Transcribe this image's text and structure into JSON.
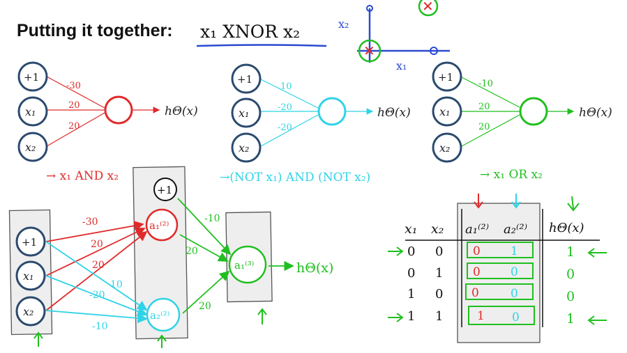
{
  "title": {
    "text": "Putting it together:",
    "math": "x₁ XNOR x₂"
  },
  "axes_sketch": {
    "x_label": "x₁",
    "y_label": "x₂",
    "red_mark": "✕"
  },
  "neurons": {
    "bias": "+1",
    "x1": "x₁",
    "x2": "x₂",
    "output": "hΘ(x)"
  },
  "net_and": {
    "weights": [
      "-30",
      "20",
      "20"
    ],
    "caption": "→ x₁ AND x₂"
  },
  "net_notand": {
    "weights": [
      "10",
      "-20",
      "-20"
    ],
    "caption": "→(NOT x₁) AND (NOT x₂)"
  },
  "net_or": {
    "weights": [
      "-10",
      "20",
      "20"
    ],
    "caption": "→ x₁ OR x₂"
  },
  "big_net": {
    "bias": "+1",
    "a1": "a₁⁽²⁾",
    "a2": "a₂⁽²⁾",
    "a3": "a₁⁽³⁾",
    "output": "hΘ(x)",
    "w_red": [
      "-30",
      "20",
      "20"
    ],
    "w_cyan": [
      "10",
      "-20",
      "-10"
    ],
    "w_green": [
      "-10",
      "20",
      "20"
    ]
  },
  "truth_table": {
    "headers": [
      "x₁",
      "x₂",
      "a₁⁽²⁾",
      "a₂⁽²⁾",
      "hΘ(x)"
    ],
    "rows": [
      [
        "0",
        "0",
        "0",
        "1",
        "1"
      ],
      [
        "0",
        "1",
        "0",
        "0",
        "0"
      ],
      [
        "1",
        "0",
        "0",
        "0",
        "0"
      ],
      [
        "1",
        "1",
        "1",
        "0",
        "1"
      ]
    ]
  },
  "colors": {
    "neuron_border": "#2b4a6e",
    "red": "#e02a2a",
    "cyan": "#2fd3e6",
    "green": "#1fbf1f",
    "underline": "#2a4ad0",
    "box_fill": "#eeeeee",
    "box_border": "#555555"
  }
}
